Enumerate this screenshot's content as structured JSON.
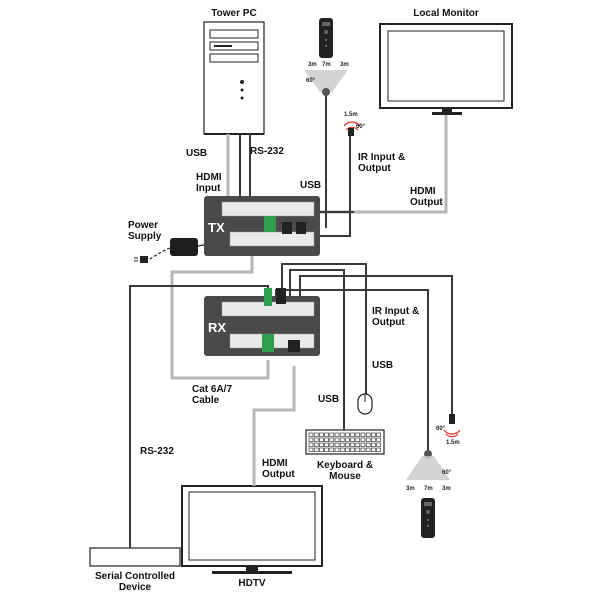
{
  "labels": {
    "tower_pc": "Tower PC",
    "local_monitor": "Local Monitor",
    "usb_top": "USB",
    "rs232_top": "RS-232",
    "hdmi_input": "HDMI\nInput",
    "usb_mid": "USB",
    "ir_top": "IR Input &\nOutput",
    "hdmi_output_top": "HDMI\nOutput",
    "power_supply": "Power\nSupply",
    "tx": "TX",
    "rx": "RX",
    "ir_bottom": "IR Input &\nOutput",
    "usb_rx": "USB",
    "usb_kbd": "USB",
    "cat_cable": "Cat 6A/7\nCable",
    "rs232_left": "RS-232",
    "hdmi_output_bottom": "HDMI\nOutput",
    "keyboard_mouse": "Keyboard &\nMouse",
    "serial_device": "Serial Controlled\nDevice",
    "hdtv": "HDTV"
  },
  "ir_ranges": {
    "top_left": "3m",
    "top_mid": "7m",
    "top_right": "3m",
    "top_angle": "60°",
    "eye_top_dist": "1.5m",
    "eye_top_angle": "60°",
    "eye_bot_dist": "1.5m",
    "eye_bot_angle": "60°",
    "bot_left": "3m",
    "bot_mid": "7m",
    "bot_right": "3m",
    "bot_angle": "60°"
  },
  "colors": {
    "line": "#3a3a3a",
    "light_line": "#b5b5b5",
    "box": "#4a4a4a",
    "connector_green": "#2e9e4e",
    "ir_red": "#d9342b"
  }
}
